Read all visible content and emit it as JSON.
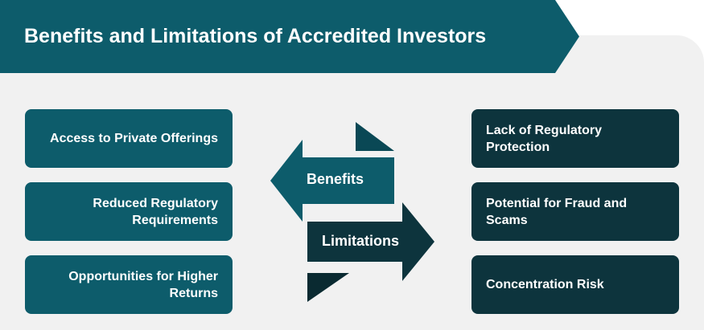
{
  "header": {
    "title_regular": "Benefits and Limitations of ",
    "title_bold": "Accredited Investors"
  },
  "arrows": {
    "benefits_label": "Benefits",
    "limitations_label": "Limitations"
  },
  "benefits": [
    "Access to Private Offerings",
    "Reduced Regulatory Requirements",
    "Opportunities for Higher Returns"
  ],
  "limitations": [
    "Lack of Regulatory Protection",
    "Potential for Fraud and Scams",
    "Concentration Risk"
  ],
  "colors": {
    "banner": "#0d5c6b",
    "benefit_box": "#0d5c6b",
    "limitation_box": "#0d343d",
    "panel_background": "#f1f1f1"
  }
}
